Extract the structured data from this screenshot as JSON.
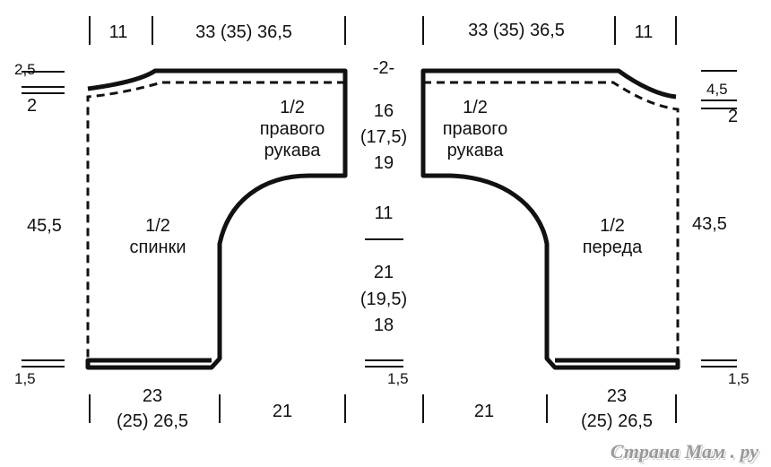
{
  "top_dims": {
    "back_edge": "11",
    "back_width": "33 (35) 36,5",
    "front_width": "33 (35) 36,5",
    "front_edge": "11"
  },
  "left_dims": {
    "shoulder_top": "2,5",
    "shoulder_low": "2",
    "height": "45,5",
    "hem": "1,5"
  },
  "right_dims": {
    "neck": "4,5",
    "shoulder_low": "2",
    "height": "43,5",
    "hem": "1,5"
  },
  "center_dims": {
    "top": "-2-",
    "sleeve_line1": "16",
    "sleeve_line2": "(17,5)",
    "sleeve_line3": "19",
    "armhole": "11",
    "side_line1": "21",
    "side_line2": "(19,5)",
    "side_line3": "18",
    "hem": "1,5"
  },
  "back_piece": {
    "sleeve_label_line1": "1/2",
    "sleeve_label_line2": "правого",
    "sleeve_label_line3": "рукава",
    "body_label_line1": "1/2",
    "body_label_line2": "спинки"
  },
  "front_piece": {
    "sleeve_label_line1": "1/2",
    "sleeve_label_line2": "правого",
    "sleeve_label_line3": "рукава",
    "body_label_line1": "1/2",
    "body_label_line2": "переда"
  },
  "bottom_dims": {
    "back_line1": "23",
    "back_line2": "(25)  26,5",
    "back_center": "21",
    "front_center": "21",
    "front_line1": "23",
    "front_line2": "(25)  26,5"
  },
  "watermark": "Страна Мам . ру"
}
